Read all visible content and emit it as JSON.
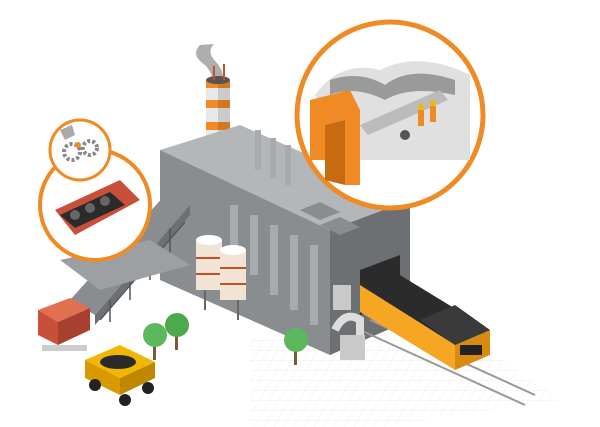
{
  "scene": {
    "type": "isometric-illustration",
    "subject": "coal-power-plant",
    "elements": [
      "factory-building",
      "chimney",
      "smoke",
      "coal-conveyor",
      "silos",
      "freight-train",
      "dump-truck",
      "crusher",
      "trees",
      "mine-detail-callout",
      "gear-detail-callout",
      "filter-detail-callout"
    ]
  },
  "colors": {
    "building": "#8a8d90",
    "building_dark": "#6d7073",
    "building_light": "#b4b7ba",
    "accent_orange": "#f08a24",
    "train_yellow": "#f5a623",
    "truck_yellow": "#f2b705",
    "tree_green": "#5cb85c",
    "coal": "#2b2b2b",
    "crusher_red": "#c8503a"
  }
}
